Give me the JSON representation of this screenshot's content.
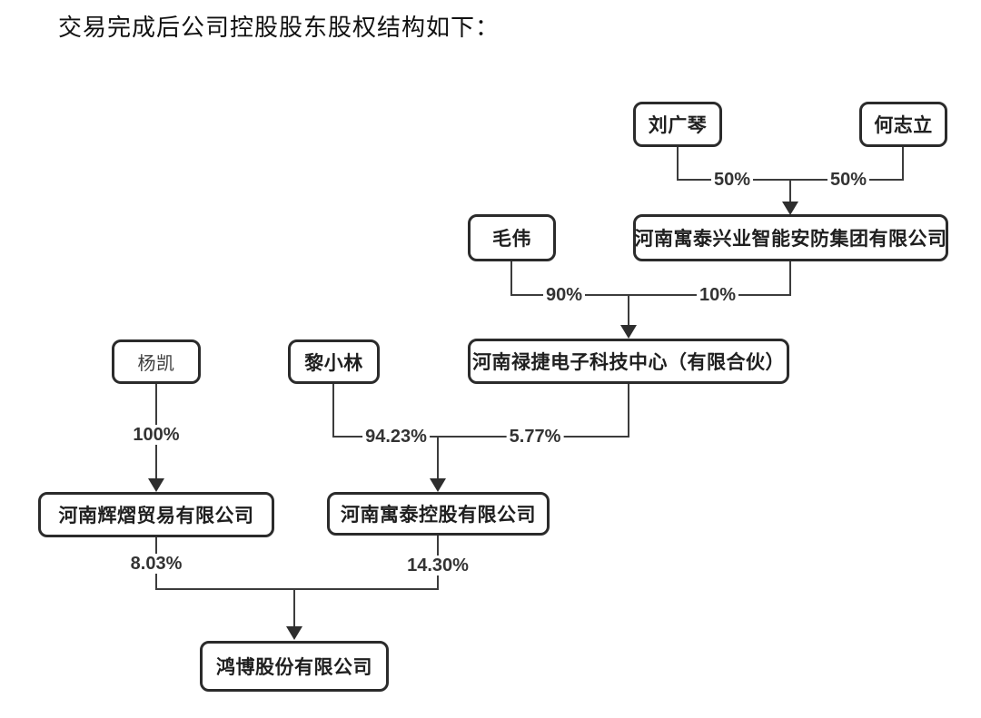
{
  "page": {
    "title": "交易完成后公司控股股东股权结构如下："
  },
  "diagram": {
    "type": "ownership-structure",
    "nodes": {
      "liu": {
        "label": "刘广琴"
      },
      "he": {
        "label": "何志立"
      },
      "mao": {
        "label": "毛伟"
      },
      "anfang": {
        "label": "河南寓泰兴业智能安防集团有限公司"
      },
      "lujie": {
        "label": "河南禄捷电子科技中心（有限合伙）"
      },
      "yang": {
        "label": "杨凯"
      },
      "li": {
        "label": "黎小林"
      },
      "huiyi": {
        "label": "河南辉熠贸易有限公司"
      },
      "yutai": {
        "label": "河南寓泰控股有限公司"
      },
      "hongbo": {
        "label": "鸿博股份有限公司"
      }
    },
    "edges": {
      "liu_to_anfang": "50%",
      "he_to_anfang": "50%",
      "mao_to_lujie": "90%",
      "anfang_to_lujie": "10%",
      "yang_to_huiyi": "100%",
      "li_to_yutai": "94.23%",
      "lujie_to_yutai": "5.77%",
      "huiyi_to_hongbo": "8.03%",
      "yutai_to_hongbo": "14.30%"
    },
    "colors": {
      "line": "#3c3c3c",
      "box_border": "#2b2b2b",
      "text": "#1f1f1f",
      "background": "#ffffff"
    }
  }
}
